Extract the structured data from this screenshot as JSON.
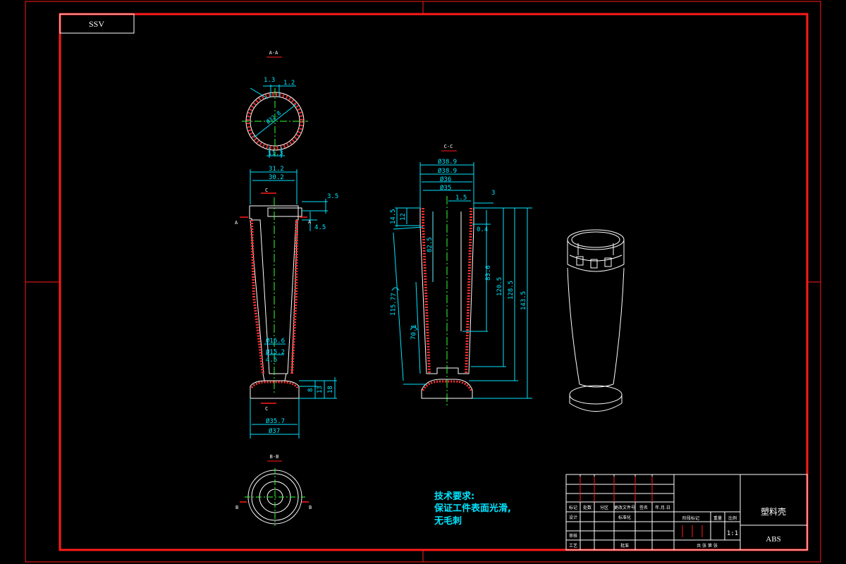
{
  "colors": {
    "frame": "#ff1a1a",
    "outline": "#ffffff",
    "dimension": "#00e5ff",
    "centerline": "#33ff33",
    "hatch": "#ff3030",
    "note": "#00e5ff"
  },
  "drawing_code": "SSV",
  "views": {
    "section_aa": "A-A",
    "section_cc": "C-C",
    "section_bb": "B-B",
    "cut_c": "C",
    "cut_a": "A",
    "cut_b": "B"
  },
  "dims_top": {
    "d1": "1.3",
    "d2": "1.2",
    "dia": "Ø32.8",
    "d3": "11.3"
  },
  "dims_front": {
    "w1": "31.2",
    "w2": "30.2",
    "h1": "3.5",
    "h2": "4.5",
    "ib1": "Ø16.6",
    "ib2": "Ø15.2",
    "ib3": "4.5",
    "b1": "8",
    "b2": "13",
    "b3": "18",
    "bw1": "Ø35.7",
    "bw2": "Ø37"
  },
  "dims_section": {
    "w1": "Ø38.9",
    "w2": "Ø38.9",
    "w3": "Ø36",
    "w4": "Ø35",
    "s1": "1.5",
    "s2": "3",
    "l1": "14.5",
    "l2": "12",
    "v1": "82.5",
    "r1": "0.4",
    "v2": "83.6",
    "v3": "120.5",
    "v4": "128.5",
    "v5": "143.5",
    "a1": "115.77",
    "a2": "70.1"
  },
  "notes": {
    "title": "技术要求:",
    "line1": "保证工件表面光滑,",
    "line2": "无毛刺"
  },
  "title_block": {
    "part_name": "塑料壳",
    "material": "ABS",
    "scale_label": "比例",
    "scale_value": "1:1",
    "weight_label": "重量",
    "stage_label": "阶段标记",
    "sheets_label": "共 张 第 张",
    "row_headers": [
      "标记",
      "处数",
      "分区",
      "更改文件号",
      "签名",
      "年.月.日"
    ],
    "role_design": "设计",
    "role_std": "标准化",
    "role_check": "审核",
    "role_process": "工艺",
    "role_approve": "批准"
  }
}
